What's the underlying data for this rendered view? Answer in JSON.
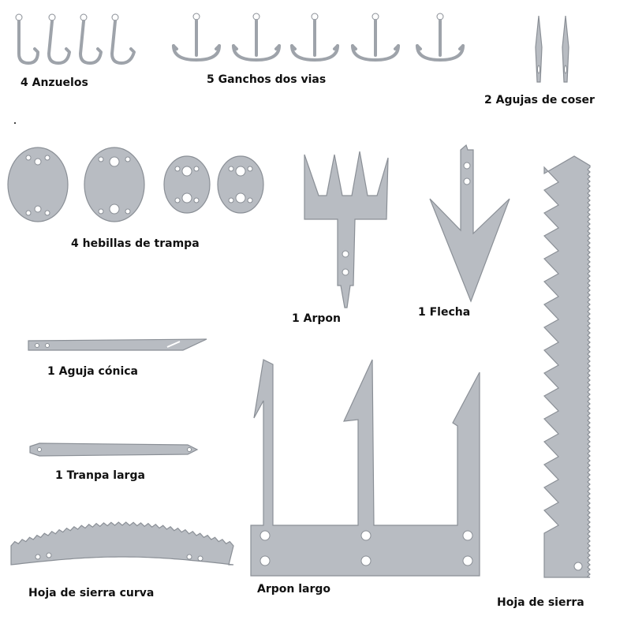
{
  "labels": {
    "anzuelos": "4 Anzuelos",
    "ganchos": "5 Ganchos dos vias",
    "agujas": "2 Agujas de coser",
    "hebillas": "4 hebillas de trampa",
    "arpon": "1 Arpon",
    "flecha": "1 Flecha",
    "aguja_conica": "1 Aguja cónica",
    "tranpa_larga": "1 Tranpa larga",
    "hoja_curva": "Hoja de sierra curva",
    "arpon_largo": "Arpon largo",
    "hoja_sierra": "Hoja de sierra"
  },
  "colors": {
    "metal": "#b8bcc2",
    "outline": "#8a8f96",
    "text": "#111111",
    "background": "#ffffff"
  }
}
